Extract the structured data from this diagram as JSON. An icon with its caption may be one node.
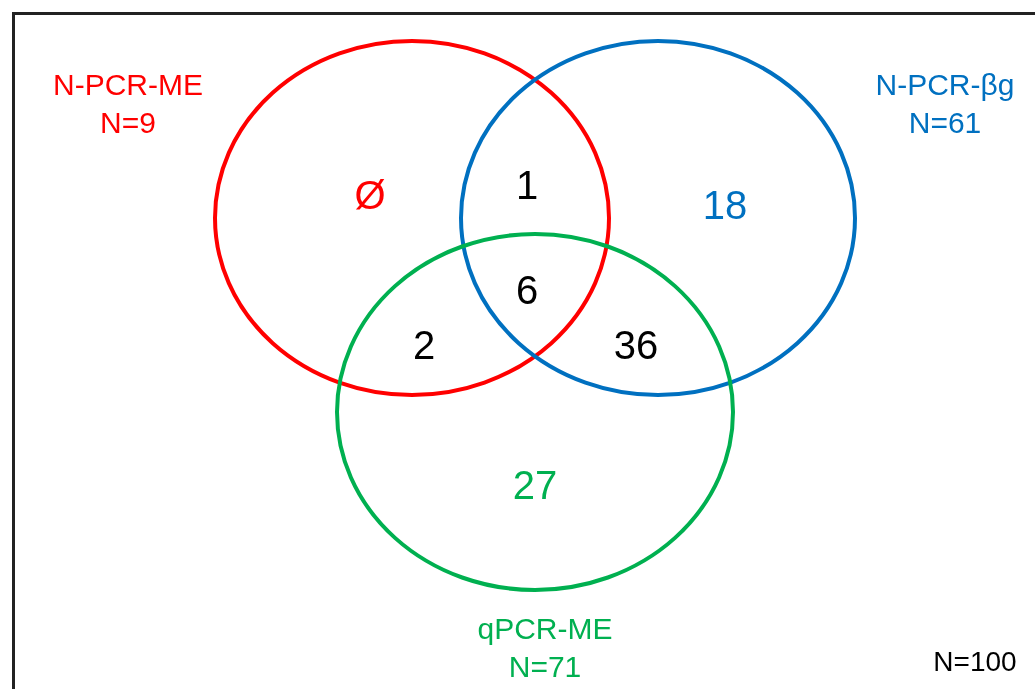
{
  "diagram": {
    "nodes": [
      {
        "text": [
          "N-PCR-ME",
          "N=9"
        ]
      },
      {
        "text": [
          "N-PCR-βg",
          "N=61"
        ]
      },
      {
        "text": [
          "qPCR-ME",
          "N=71"
        ]
      }
    ],
    "labels": [
      "Ø",
      "1",
      "18",
      "6",
      "2",
      "36",
      "27",
      "N=100"
    ]
  }
}
